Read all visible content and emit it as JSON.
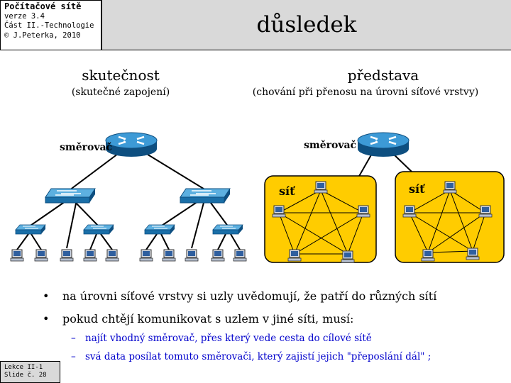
{
  "header": {
    "course": "Počítačové sítě",
    "version": "verze 3.4",
    "part": "Část II.-Technologie",
    "copyright": "© J.Peterka, 2010",
    "title": "důsledek"
  },
  "left": {
    "title": "skutečnost",
    "subtitle": "(skutečné zapojení)",
    "router_label": "směrovač"
  },
  "right": {
    "title": "představa",
    "subtitle": "(chování při přenosu na úrovni síťové vrstvy)",
    "router_label": "směrovač",
    "net_label_1": "síť",
    "net_label_2": "síť"
  },
  "bullets": [
    "na úrovni síťové vrstvy si uzly uvědomují, že patří do různých sítí",
    "pokud chtějí komunikovat s uzlem v jiné síti, musí:"
  ],
  "subbullets": [
    "najít vhodný směrovač, přes který vede cesta do cílové sítě",
    "svá data posílat tomuto směrovači, který zajistí jejich \"přeposlání dál\" ;"
  ],
  "footer": {
    "lesson": "Lekce II-1",
    "slide": "Slide č. 28"
  },
  "colors": {
    "net_fill": "#ffcc00",
    "router": "#1a6fa8",
    "bullet_sub": "#0000cc"
  }
}
